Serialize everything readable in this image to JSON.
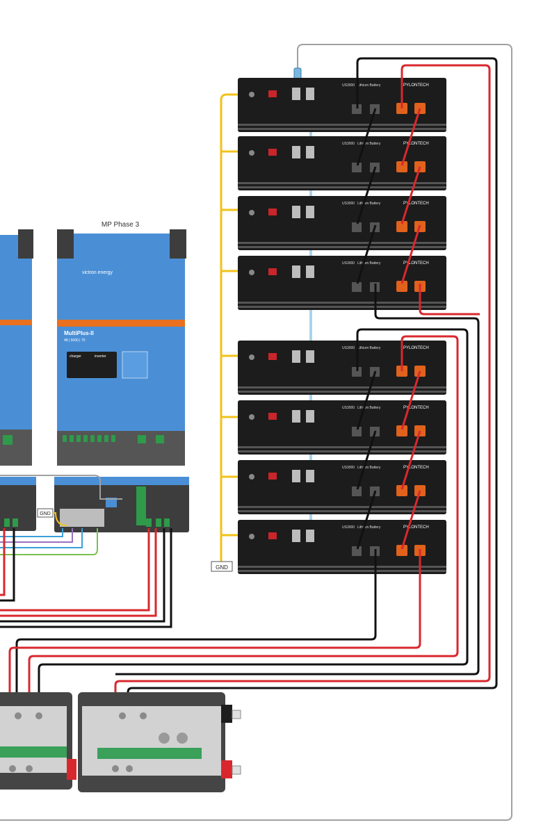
{
  "labels": {
    "mp_phase": "MP Phase 3",
    "gnd_left": "GND",
    "gnd_right": "GND"
  },
  "battery": {
    "model": "US3000",
    "type": "Lithium Battery",
    "brand": "PYLONTECH",
    "count": 8
  },
  "inverter": {
    "brand": "victron energy",
    "model": "MultiPlus-II",
    "sub": "48 | 5000 | 70",
    "charger_label": "charger",
    "inverter_label": "inverter"
  },
  "colors": {
    "frame": "#9a9a9a",
    "cable_red": "#d8282e",
    "cable_black": "#111111",
    "cable_yellow": "#f2c21a",
    "cable_lightblue": "#a8d4ee",
    "victron_blue": "#4a8fd6",
    "victron_orange": "#e8701e",
    "battery_body": "#1c1c1c",
    "terminal_orange": "#e0621c",
    "busbar_gray": "#c8c8c8",
    "busbar_green": "#3aa05a"
  }
}
